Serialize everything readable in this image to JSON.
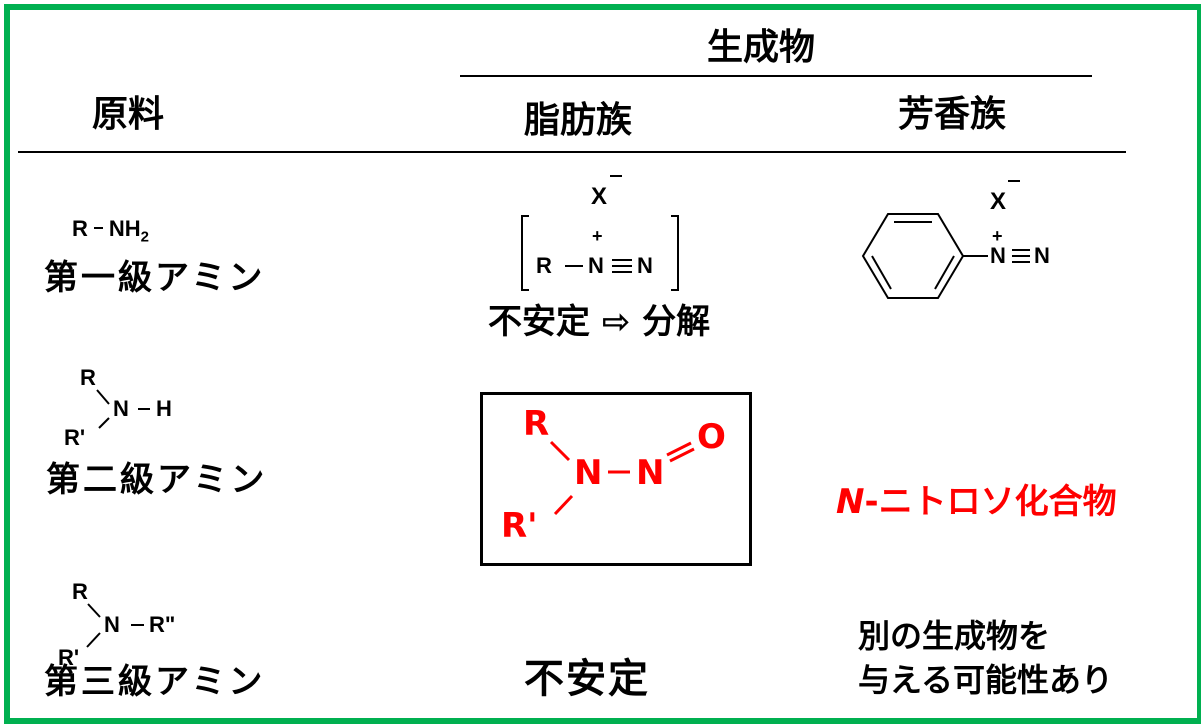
{
  "header": {
    "group_title": "生成物",
    "col_raw": "原料",
    "col_aliphatic": "脂肪族",
    "col_aromatic": "芳香族"
  },
  "rows": {
    "primary": {
      "amine": "第一級アミン",
      "aliphatic_note": "不安定 ⇨ 分解",
      "formula_r": "R",
      "formula_nh": "NH",
      "formula_sub": "2"
    },
    "secondary": {
      "amine": "第二級アミン",
      "aromatic_label_italic": "N",
      "aromatic_label_rest": "-ニトロソ化合物"
    },
    "tertiary": {
      "amine": "第三級アミン",
      "aliphatic": "不安定",
      "aromatic_line1": "別の生成物を",
      "aromatic_line2": "与える可能性あり"
    }
  },
  "chem_labels": {
    "R": "R",
    "Rp": "R'",
    "Rpp": "R\"",
    "N": "N",
    "H": "H",
    "X": "X",
    "O": "O",
    "plus": "+"
  },
  "colors": {
    "frame": "#00b050",
    "highlight": "#ff0000",
    "text": "#000000"
  }
}
